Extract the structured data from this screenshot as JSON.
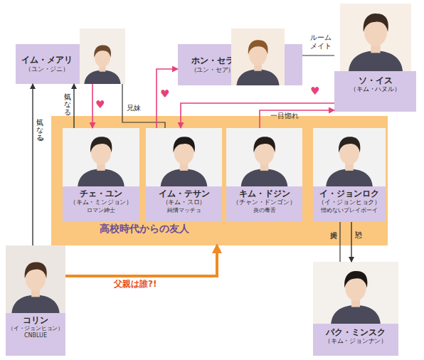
{
  "diagram": {
    "nodes": [
      {
        "text": [
          "イム・メアリ",
          "（ユン・ジニ）"
        ]
      },
      {
        "text": [
          "ホン・セラ",
          "（ユン・セア）"
        ]
      },
      {
        "text": [
          "ソ・イス",
          "（キム・ハヌル）"
        ]
      },
      {
        "text": [
          "高校時代からの友人"
        ]
      },
      {
        "text": [
          "チェ・ユン",
          "（キム・ミンジョン）",
          "ロマン紳士"
        ],
        "in": 3
      },
      {
        "text": [
          "イム・テサン",
          "（キム・スロ）",
          "純情マッチョ"
        ],
        "in": 3
      },
      {
        "text": [
          "キム・ドジン",
          "（チャン・ドンゴン）",
          "炎の毒舌"
        ],
        "in": 3
      },
      {
        "text": [
          "イ・ジョンロク",
          "（イ・ジョンヒョク）",
          "憎めないプレイボーイ"
        ],
        "in": 3
      },
      {
        "text": [
          "コリン",
          "（イ・ジョンヒョン）",
          "CNBLUE"
        ]
      },
      {
        "text": [
          "パク・ミンスク",
          "（キム・ジョンナン）"
        ]
      }
    ],
    "edges": [
      {
        "from": 8,
        "to": 0,
        "label": "気になる?",
        "arrow": "to"
      },
      {
        "from": 4,
        "to": 0,
        "label": "気になる",
        "arrow": "to"
      },
      {
        "from": 0,
        "to": 4,
        "label": "♥",
        "arrow": "to"
      },
      {
        "from": 0,
        "to": 5,
        "label": "兄妹",
        "arrow": "none"
      },
      {
        "from": 5,
        "to": 1,
        "label": "♥",
        "arrow": "to"
      },
      {
        "from": 1,
        "to": 2,
        "label": "ルーム メイト",
        "arrow": "none"
      },
      {
        "from": 2,
        "to": 5,
        "label": "♥",
        "arrow": "to"
      },
      {
        "from": 6,
        "to": 2,
        "label": "一目惚れ",
        "arrow": "to"
      },
      {
        "from": 7,
        "to": 9,
        "label": "夫婦",
        "arrow": "none"
      },
      {
        "from": 7,
        "to": 9,
        "label": "恐い",
        "arrow": "to"
      },
      {
        "from": 8,
        "to": 3,
        "label": "父親は誰?!",
        "arrow": "to"
      }
    ]
  }
}
